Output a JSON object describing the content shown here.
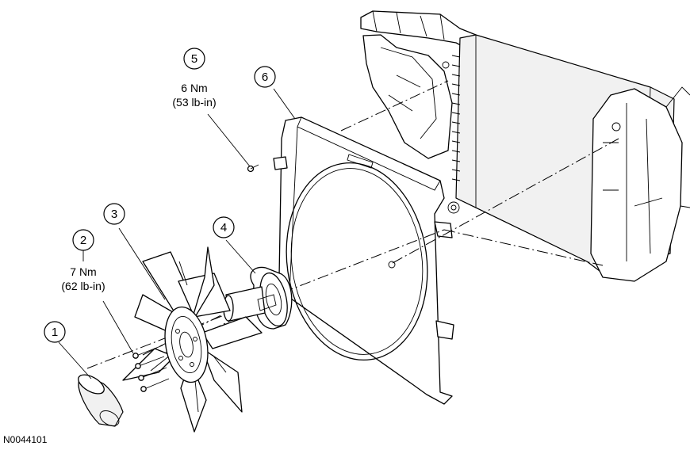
{
  "callouts": [
    {
      "number": "1"
    },
    {
      "number": "2",
      "torque_metric": "7 Nm",
      "torque_imperial": "(62 lb-in)"
    },
    {
      "number": "3"
    },
    {
      "number": "4"
    },
    {
      "number": "5",
      "torque_metric": "6 Nm",
      "torque_imperial": "(53 lb-in)"
    },
    {
      "number": "6"
    }
  ],
  "figure_id": "N0044101"
}
